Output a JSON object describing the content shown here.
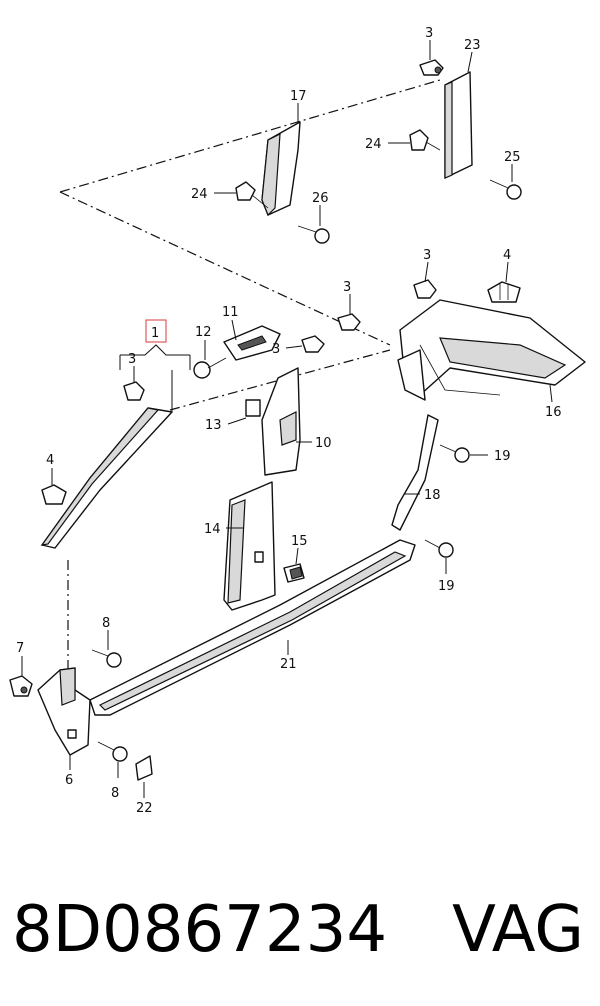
{
  "diagram": {
    "labels": {
      "l1": "1",
      "l3a": "3",
      "l3b": "3",
      "l3c": "3",
      "l3d": "3",
      "l3e": "3",
      "l4a": "4",
      "l4b": "4",
      "l6": "6",
      "l7": "7",
      "l8a": "8",
      "l8b": "8",
      "l10": "10",
      "l11": "11",
      "l12": "12",
      "l13": "13",
      "l14": "14",
      "l15": "15",
      "l16": "16",
      "l17": "17",
      "l18": "18",
      "l19a": "19",
      "l19b": "19",
      "l21": "21",
      "l22": "22",
      "l23": "23",
      "l24a": "24",
      "l24b": "24",
      "l25": "25",
      "l26": "26"
    },
    "highlight_color": "#e05a5a"
  },
  "footer": {
    "part_number": "8D0867234",
    "brand": "VAG"
  }
}
